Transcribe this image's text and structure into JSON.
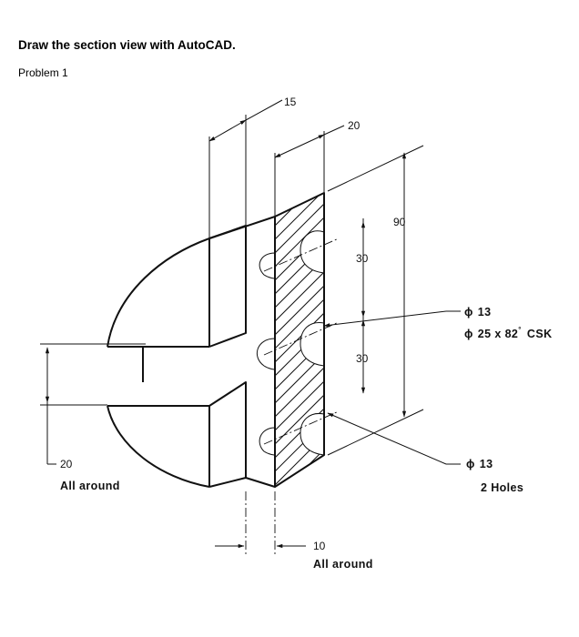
{
  "document": {
    "heading": "Draw the section view with AutoCAD.",
    "subheading": "Problem 1"
  },
  "drawing": {
    "dimensions": {
      "top_width": "15",
      "flange_thickness": "20",
      "overall_height": "90",
      "hole_spacing_upper": "30",
      "hole_spacing_lower": "30",
      "fillet_radius": "20",
      "chamfer": "10"
    },
    "notes": {
      "all_around_left": "All around",
      "all_around_bottom": "All around",
      "csk_hole_diameter": "13",
      "csk_spec": "25 x 82",
      "csk_label": "CSK",
      "holes_diameter": "13",
      "holes_count": "2 Holes"
    },
    "symbols": {
      "diameter": "ϕ",
      "degree": "°"
    }
  }
}
